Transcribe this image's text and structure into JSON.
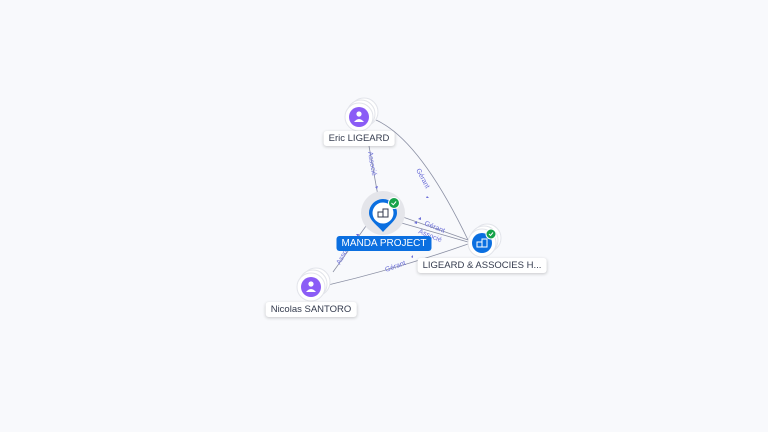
{
  "nodes": {
    "eric": {
      "label": "Eric LIGEARD",
      "type": "person",
      "icon": "person-icon"
    },
    "nicolas": {
      "label": "Nicolas SANTORO",
      "type": "person",
      "icon": "person-icon"
    },
    "manda": {
      "label": "MANDA PROJECT",
      "type": "company",
      "icon": "building-icon",
      "verified": true
    },
    "ligeard": {
      "label": "LIGEARD & ASSOCIES H...",
      "type": "company",
      "icon": "building-icon",
      "verified": true
    }
  },
  "edges": {
    "eric_manda": "Associé",
    "eric_ligeard": "Gérant",
    "nicolas_manda": "Associé",
    "nicolas_ligeard": "Gérant",
    "manda_ligeard_1": "Gérant",
    "manda_ligeard_2": "Associé"
  },
  "colors": {
    "person": "#8b5cf6",
    "company": "#0b6fe0",
    "verified": "#16a34a",
    "edge_label": "#6c6fd8"
  }
}
